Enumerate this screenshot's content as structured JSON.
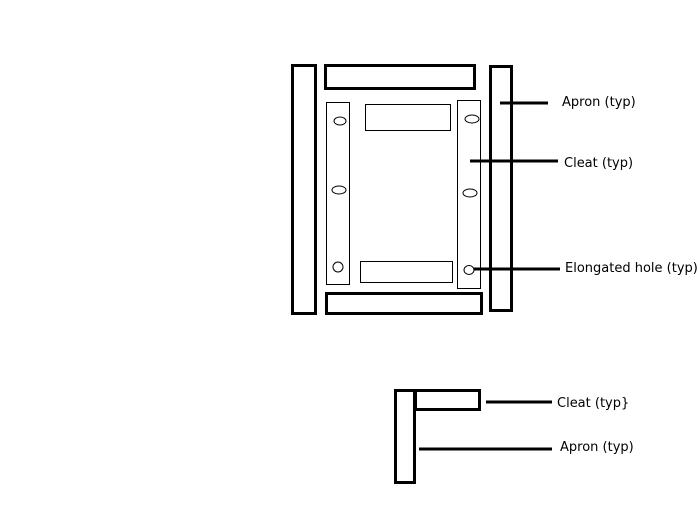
{
  "plan_view": {
    "labels": {
      "apron": "Apron (typ)",
      "cleat": "Cleat (typ)",
      "hole": "Elongated hole (typ)"
    }
  },
  "section_view": {
    "labels": {
      "cleat": "Cleat (typ}",
      "apron": "Apron (typ)"
    }
  }
}
